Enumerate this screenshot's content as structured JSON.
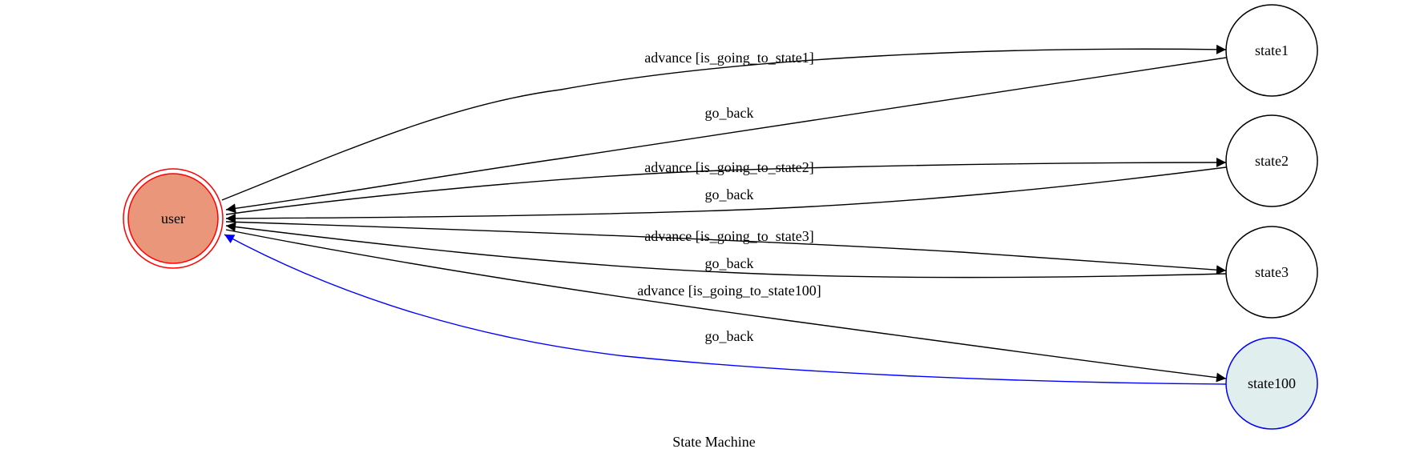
{
  "diagram": {
    "caption": "State Machine",
    "nodes": {
      "user": {
        "label": "user",
        "fill": "#E9967A",
        "stroke": "#FF0000",
        "double_ring": true
      },
      "state1": {
        "label": "state1",
        "fill": "#FFFFFF",
        "stroke": "#000000"
      },
      "state2": {
        "label": "state2",
        "fill": "#FFFFFF",
        "stroke": "#000000"
      },
      "state3": {
        "label": "state3",
        "fill": "#FFFFFF",
        "stroke": "#000000"
      },
      "state100": {
        "label": "state100",
        "fill": "#E0EEEE",
        "stroke": "#0000FF"
      }
    },
    "edges": [
      {
        "from": "user",
        "to": "state1",
        "label": "advance [is_going_to_state1]",
        "color": "#000000"
      },
      {
        "from": "state1",
        "to": "user",
        "label": "go_back",
        "color": "#000000"
      },
      {
        "from": "user",
        "to": "state2",
        "label": "advance [is_going_to_state2]",
        "color": "#000000"
      },
      {
        "from": "state2",
        "to": "user",
        "label": "go_back",
        "color": "#000000"
      },
      {
        "from": "user",
        "to": "state3",
        "label": "advance [is_going_to_state3]",
        "color": "#000000"
      },
      {
        "from": "state3",
        "to": "user",
        "label": "go_back",
        "color": "#000000"
      },
      {
        "from": "user",
        "to": "state100",
        "label": "advance [is_going_to_state100]",
        "color": "#000000"
      },
      {
        "from": "state100",
        "to": "user",
        "label": "go_back",
        "color": "#0000FF"
      }
    ]
  }
}
